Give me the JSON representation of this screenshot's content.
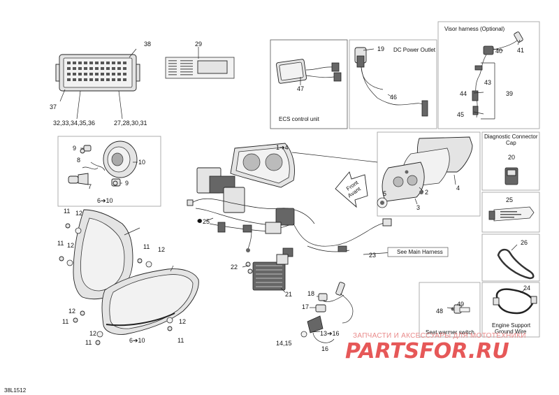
{
  "diagram_code": "38L1512",
  "callouts": {
    "c1_4": "1➔4",
    "c2": "2",
    "c3": "3",
    "c4": "4",
    "c5": "5",
    "c6_10a": "6➔10",
    "c6_10b": "6➔10",
    "c7": "7",
    "c8": "8",
    "c9a": "9",
    "c9b": "9",
    "c10": "10",
    "c11a": "11",
    "c11b": "11",
    "c11c": "11",
    "c11d": "11",
    "c11e": "11",
    "c12a": "12",
    "c12b": "12",
    "c12c": "12",
    "c12d": "12",
    "c12e": "12",
    "c12f": "12",
    "c13_16": "13➔16",
    "c14_15": "14,15",
    "c16": "16",
    "c17": "17",
    "c18": "18",
    "c19": "19",
    "c20": "20",
    "c21": "21",
    "c22": "22",
    "c23": "23",
    "c24": "24",
    "c25a": "25",
    "c25b": "25",
    "c26": "26",
    "c27_31": "27,28,30,31",
    "c29": "29",
    "c32_36": "32,33,34,35,36",
    "c37": "37",
    "c38": "38",
    "c39": "39",
    "c40": "40",
    "c41": "41",
    "c43": "43",
    "c44": "44",
    "c45": "45",
    "c46": "46",
    "c47": "47",
    "c48": "48",
    "c49": "49"
  },
  "captions": {
    "ecs": "ECS control unit",
    "dc_power": "DC Power Outlet",
    "visor": "Visor harness (Optional)",
    "diag_line1": "Diagnostic Connector",
    "diag_line2": "Cap",
    "main_harness": "See Main Harness",
    "seat_warmer": "Seat warmer switch",
    "engine_line1": "Engine Support",
    "engine_line2": "Ground Wire",
    "front": "Front",
    "avant": "Avant"
  },
  "watermark": {
    "tagline": "ЗАПЧАСТИ И АКСЕССУАРЫ ДЛЯ МОТОТЕХНИКИ",
    "logo": "PARTSFOR.RU"
  }
}
